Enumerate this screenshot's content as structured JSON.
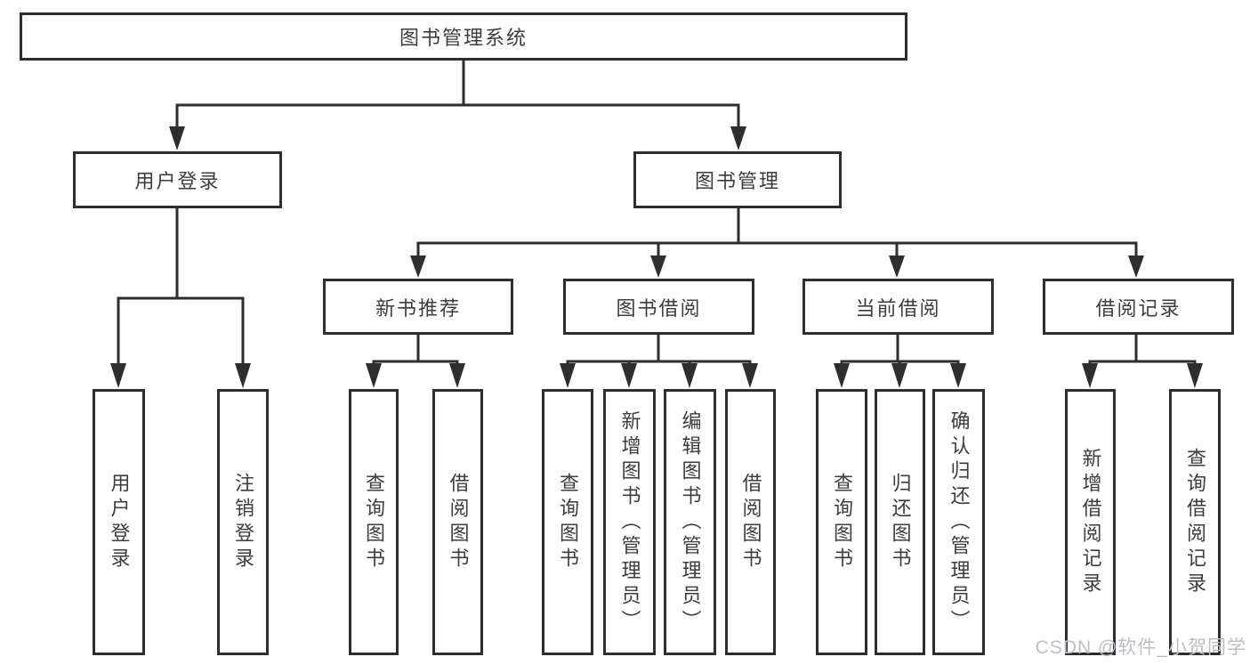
{
  "root": {
    "label": "图书管理系统"
  },
  "level2": {
    "user_login": {
      "label": "用户登录"
    },
    "book_management": {
      "label": "图书管理"
    }
  },
  "level3": {
    "new_book_recommend": {
      "label": "新书推荐"
    },
    "book_borrow": {
      "label": "图书借阅"
    },
    "current_borrow": {
      "label": "当前借阅"
    },
    "borrow_record": {
      "label": "借阅记录"
    }
  },
  "leaves": {
    "user_login": [
      "用户登录",
      "注销登录"
    ],
    "new_book_recommend": [
      "查询图书",
      "借阅图书"
    ],
    "book_borrow": [
      "查询图书",
      "新增图书（管理员）",
      "编辑图书（管理员）",
      "借阅图书"
    ],
    "current_borrow": [
      "查询图书",
      "归还图书",
      "确认归还（管理员）"
    ],
    "borrow_record": [
      "新增借阅记录",
      "查询借阅记录"
    ]
  },
  "watermark": {
    "text": "CSDN @软件_小贺同学",
    "color": "#bcc0c4"
  },
  "colors": {
    "line": "#2e2e2e",
    "text": "#3d3d3d",
    "background": "#ffffff"
  }
}
